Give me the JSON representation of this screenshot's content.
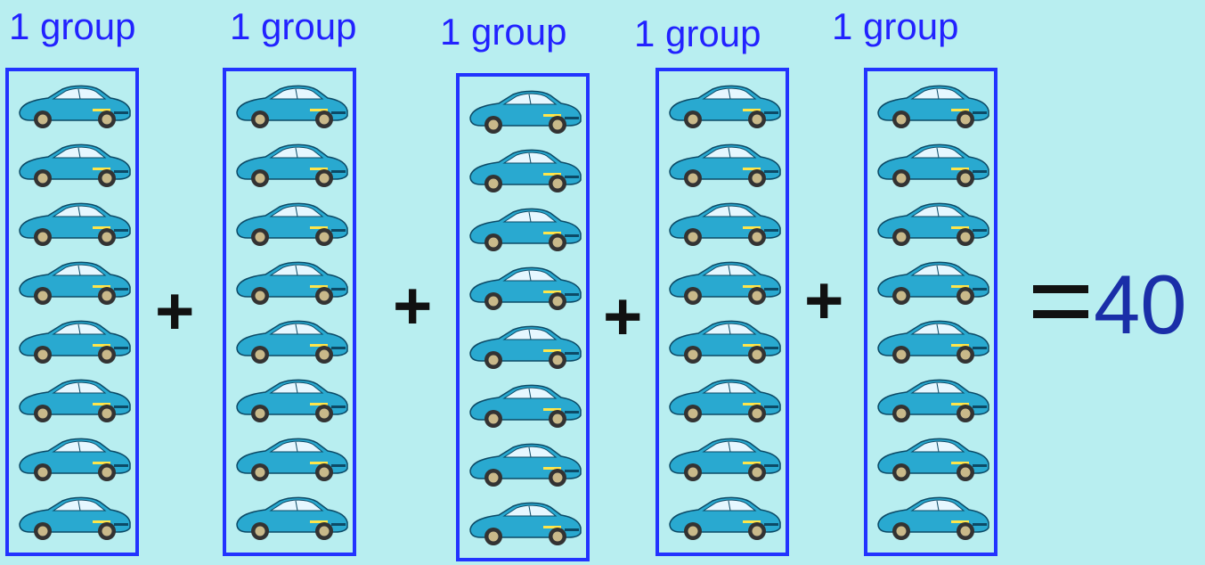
{
  "groups": [
    {
      "label": "1 group",
      "cars": 8
    },
    {
      "label": "1 group",
      "cars": 8
    },
    {
      "label": "1 group",
      "cars": 8
    },
    {
      "label": "1 group",
      "cars": 8
    },
    {
      "label": "1 group",
      "cars": 8
    }
  ],
  "operators": [
    "+",
    "+",
    "+",
    "+"
  ],
  "equals": "=",
  "result": "40",
  "colors": {
    "background": "#b8eef0",
    "box_border": "#2233ff",
    "label": "#2222ff",
    "result": "#1a2ea8",
    "car_body": "#29a9d0"
  },
  "icon": "sports-car-icon"
}
